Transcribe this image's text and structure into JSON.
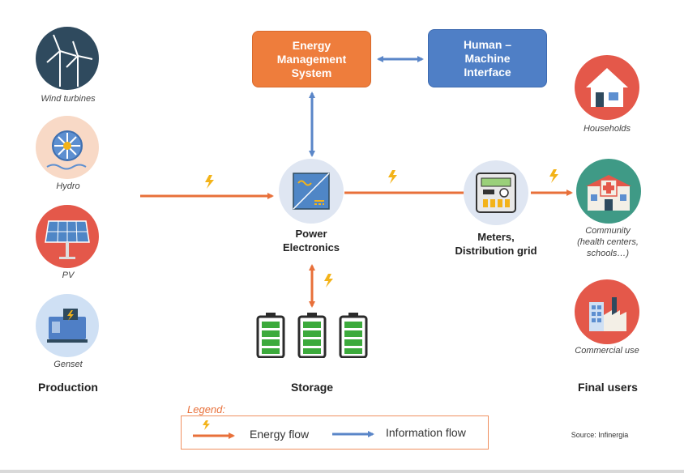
{
  "colors": {
    "energy": "#e8703a",
    "info": "#5a86c8",
    "ems_box": "#ee7d3c",
    "hmi_box": "#4f7fc6",
    "battery_green": "#3caa3c"
  },
  "production": {
    "title": "Production",
    "items": [
      {
        "label": "Wind turbines",
        "icon": "wind-turbine-icon"
      },
      {
        "label": "Hydro",
        "icon": "hydro-turbine-icon"
      },
      {
        "label": "PV",
        "icon": "solar-panel-icon"
      },
      {
        "label": "Genset",
        "icon": "genset-icon"
      }
    ]
  },
  "control": {
    "ems_label": "Energy\nManagement\nSystem",
    "hmi_label": "Human –\nMachine\nInterface"
  },
  "power_electronics": {
    "label": "Power\nElectronics",
    "icon": "inverter-icon"
  },
  "meters": {
    "label": "Meters,\nDistribution grid",
    "icon": "meter-icon"
  },
  "storage": {
    "title": "Storage",
    "icon": "battery-icon",
    "count": 3
  },
  "final_users": {
    "title": "Final users",
    "items": [
      {
        "label": "Households",
        "icon": "house-icon"
      },
      {
        "label": "Community\n(health centers,\nschools…)",
        "icon": "community-building-icon"
      },
      {
        "label": "Commercial use",
        "icon": "factory-icon"
      }
    ]
  },
  "legend": {
    "title": "Legend:",
    "energy_label": "Energy flow",
    "info_label": "Information flow"
  },
  "source": "Source: Infinergia"
}
